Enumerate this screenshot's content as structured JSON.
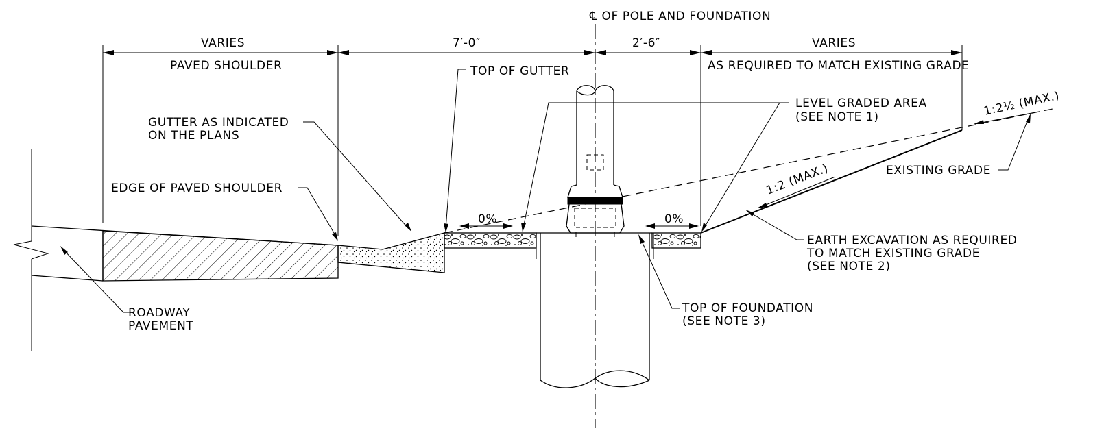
{
  "labels": {
    "centerline": "℄ OF POLE AND FOUNDATION",
    "dim_varies_left": "VARIES",
    "paved_shoulder": "PAVED SHOULDER",
    "dim_7ft": "7′-0″",
    "dim_2ft6": "2′-6″",
    "dim_varies_right": "VARIES",
    "match_existing": "AS REQUIRED TO MATCH EXISTING GRADE",
    "top_of_gutter": "TOP OF GUTTER",
    "level_graded_1": "LEVEL GRADED AREA",
    "level_graded_2": "(SEE NOTE 1)",
    "gutter_1": "GUTTER AS INDICATED",
    "gutter_2": "ON THE PLANS",
    "edge_paved": "EDGE OF PAVED SHOULDER",
    "slope_max_upper": "1:2½ (MAX.)",
    "existing_grade": "EXISTING GRADE",
    "slope_max_lower": "1:2 (MAX.)",
    "zero_left": "0%",
    "zero_right": "0%",
    "earth_1": "EARTH EXCAVATION AS REQUIRED",
    "earth_2": "TO MATCH EXISTING GRADE",
    "earth_3": "(SEE NOTE 2)",
    "roadway_1": "ROADWAY",
    "roadway_2": "PAVEMENT",
    "top_found_1": "TOP OF FOUNDATION",
    "top_found_2": "(SEE NOTE 3)"
  }
}
